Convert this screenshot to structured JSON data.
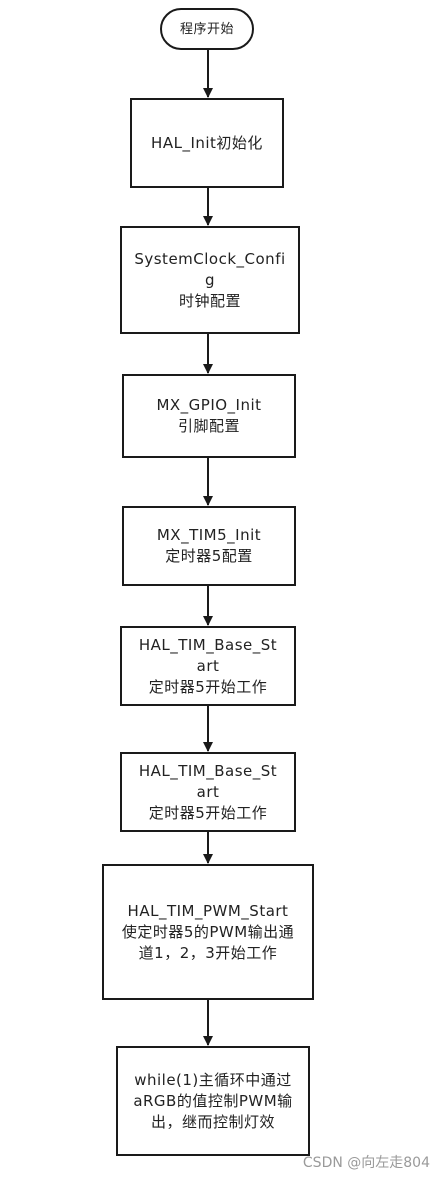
{
  "diagram": {
    "nodes": [
      {
        "id": "start",
        "shape": "rounded",
        "lines": [
          "程序开始"
        ]
      },
      {
        "id": "hal-init",
        "shape": "rect",
        "lines": [
          "HAL_Init初始化"
        ]
      },
      {
        "id": "systemclock",
        "shape": "rect",
        "lines": [
          "SystemClock_Confi",
          "g",
          "时钟配置"
        ]
      },
      {
        "id": "gpio",
        "shape": "rect",
        "lines": [
          "MX_GPIO_Init",
          "引脚配置"
        ]
      },
      {
        "id": "tim5",
        "shape": "rect",
        "lines": [
          "MX_TIM5_Init",
          "定时器5配置"
        ]
      },
      {
        "id": "base-start-1",
        "shape": "rect",
        "lines": [
          "HAL_TIM_Base_St",
          "art",
          "定时器5开始工作"
        ]
      },
      {
        "id": "base-start-2",
        "shape": "rect",
        "lines": [
          "HAL_TIM_Base_St",
          "art",
          "定时器5开始工作"
        ]
      },
      {
        "id": "pwm-start",
        "shape": "rect",
        "lines": [
          "HAL_TIM_PWM_Start",
          "使定时器5的PWM输出通",
          "道1，2，3开始工作"
        ]
      },
      {
        "id": "while-loop",
        "shape": "rect",
        "lines": [
          "while(1)主循环中通过",
          "aRGB的值控制PWM输",
          "出，继而控制灯效"
        ]
      }
    ],
    "edges": [
      [
        "start",
        "hal-init"
      ],
      [
        "hal-init",
        "systemclock"
      ],
      [
        "systemclock",
        "gpio"
      ],
      [
        "gpio",
        "tim5"
      ],
      [
        "tim5",
        "base-start-1"
      ],
      [
        "base-start-1",
        "base-start-2"
      ],
      [
        "base-start-2",
        "pwm-start"
      ],
      [
        "pwm-start",
        "while-loop"
      ]
    ]
  },
  "watermark": "CSDN @向左走804"
}
